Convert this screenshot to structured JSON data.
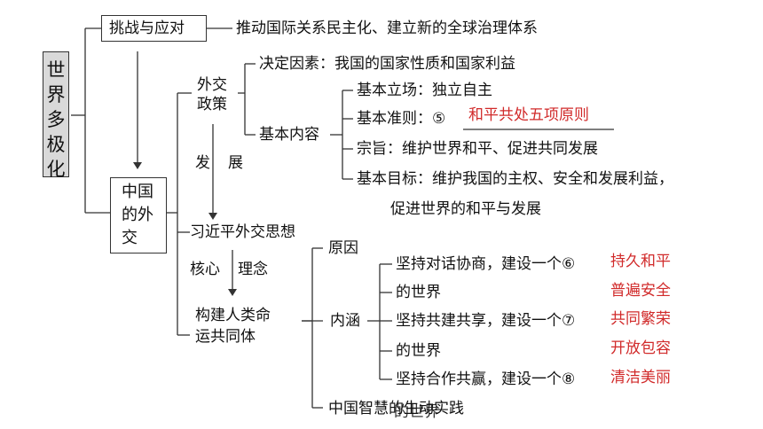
{
  "root": {
    "chars": [
      "世",
      "界",
      "多",
      "极",
      "化"
    ]
  },
  "challenge": {
    "label": "挑战与应对",
    "desc": "推动国际关系民主化、建立新的全球治理体系"
  },
  "china_diplomacy": {
    "line1": "中国",
    "line2": "的外",
    "line3": "交"
  },
  "foreign_policy": {
    "line1": "外交",
    "line2": "政策",
    "decisive": "决定因素：我国的国家性质和国家利益",
    "basic_content": "基本内容",
    "items": [
      "基本立场：独立自主",
      "基本准则：⑤",
      "宗旨：维护世界和平、促进共同发展",
      "基本目标：维护我国的主权、安全和发展利益，",
      "促进世界的和平与发展"
    ],
    "answer5": "和平共处五项原则"
  },
  "develop": {
    "c1": "发",
    "c2": "展"
  },
  "xi_thought": "习近平外交思想",
  "core": {
    "c1": "核心",
    "c2": "理念"
  },
  "community": {
    "line1": "构建人类命",
    "line2": "运共同体"
  },
  "reason": "原因",
  "connotation": "内涵",
  "conn_items": [
    "坚持对话协商，建设一个⑥",
    "的世界",
    "坚持共建共享，建设一个⑦",
    "的世界",
    "坚持合作共赢，建设一个⑧"
  ],
  "answers": {
    "a6a": "持久和平",
    "a6b": "普遍安全",
    "a7a": "共同繁荣",
    "a7b": "开放包容",
    "a8a": "清洁美丽"
  },
  "practice": "中国智慧的生动实践",
  "overlap_text": "的世界"
}
